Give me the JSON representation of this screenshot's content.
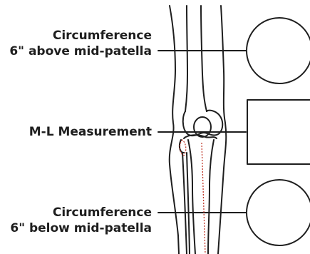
{
  "labels": {
    "above": {
      "line1": "Circumference",
      "line2": "6\" above mid-patella"
    },
    "ml": "M-L Measurement",
    "below": {
      "line1": "Circumference",
      "line2": "6\" below mid-patella"
    }
  },
  "colors": {
    "ink": "#1e1e1e",
    "accent": "#c0392b",
    "background": "#ffffff"
  }
}
